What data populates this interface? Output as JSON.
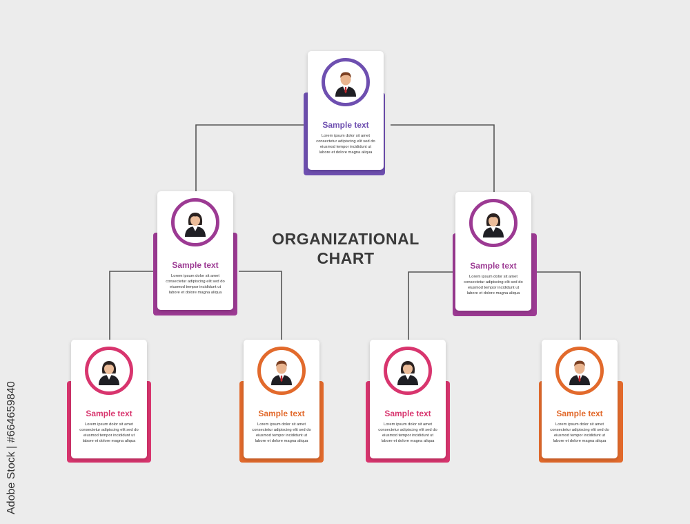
{
  "title": {
    "line1": "ORGANIZATIONAL",
    "line2": "CHART"
  },
  "credit": "Adobe Stock | #664659840",
  "colors": {
    "purple": "#6e4fb0",
    "magenta": "#9c3a93",
    "pink": "#d8356e",
    "orange": "#e26a2c",
    "connector": "#555555",
    "background": "#ececec"
  },
  "nodes": [
    {
      "id": "root",
      "name": "Sample text",
      "description": "Lorem ipsum dolor sit amet consectetur adipiscing elit sed do eiusmod tempor incididunt ut labore et dolore magna aliqua",
      "avatar": "male-avatar-icon",
      "color": "#6e4fb0"
    },
    {
      "id": "left-manager",
      "name": "Sample text",
      "description": "Lorem ipsum dolor sit amet consectetur adipiscing elit sed do eiusmod tempor incididunt ut labore et dolore magna aliqua",
      "avatar": "female-avatar-icon",
      "color": "#9c3a93"
    },
    {
      "id": "right-manager",
      "name": "Sample text",
      "description": "Lorem ipsum dolor sit amet consectetur adipiscing elit sed do eiusmod tempor incididunt ut labore et dolore magna aliqua",
      "avatar": "female-avatar-icon",
      "color": "#9c3a93"
    },
    {
      "id": "employee-1",
      "name": "Sample text",
      "description": "Lorem ipsum dolor sit amet consectetur adipiscing elit sed do eiusmod tempor incididunt ut labore et dolore magna aliqua",
      "avatar": "female-avatar-icon",
      "color": "#d8356e"
    },
    {
      "id": "employee-2",
      "name": "Sample text",
      "description": "Lorem ipsum dolor sit amet consectetur adipiscing elit sed do eiusmod tempor incididunt ut labore et dolore magna aliqua",
      "avatar": "male-avatar-icon",
      "color": "#e26a2c"
    },
    {
      "id": "employee-3",
      "name": "Sample text",
      "description": "Lorem ipsum dolor sit amet consectetur adipiscing elit sed do eiusmod tempor incididunt ut labore et dolore magna aliqua",
      "avatar": "female-avatar-icon",
      "color": "#d8356e"
    },
    {
      "id": "employee-4",
      "name": "Sample text",
      "description": "Lorem ipsum dolor sit amet consectetur adipiscing elit sed do eiusmod tempor incididunt ut labore et dolore magna aliqua",
      "avatar": "male-avatar-icon",
      "color": "#e26a2c"
    }
  ],
  "edges": [
    [
      "root",
      "left-manager"
    ],
    [
      "root",
      "right-manager"
    ],
    [
      "left-manager",
      "employee-1"
    ],
    [
      "left-manager",
      "employee-2"
    ],
    [
      "right-manager",
      "employee-3"
    ],
    [
      "right-manager",
      "employee-4"
    ]
  ]
}
